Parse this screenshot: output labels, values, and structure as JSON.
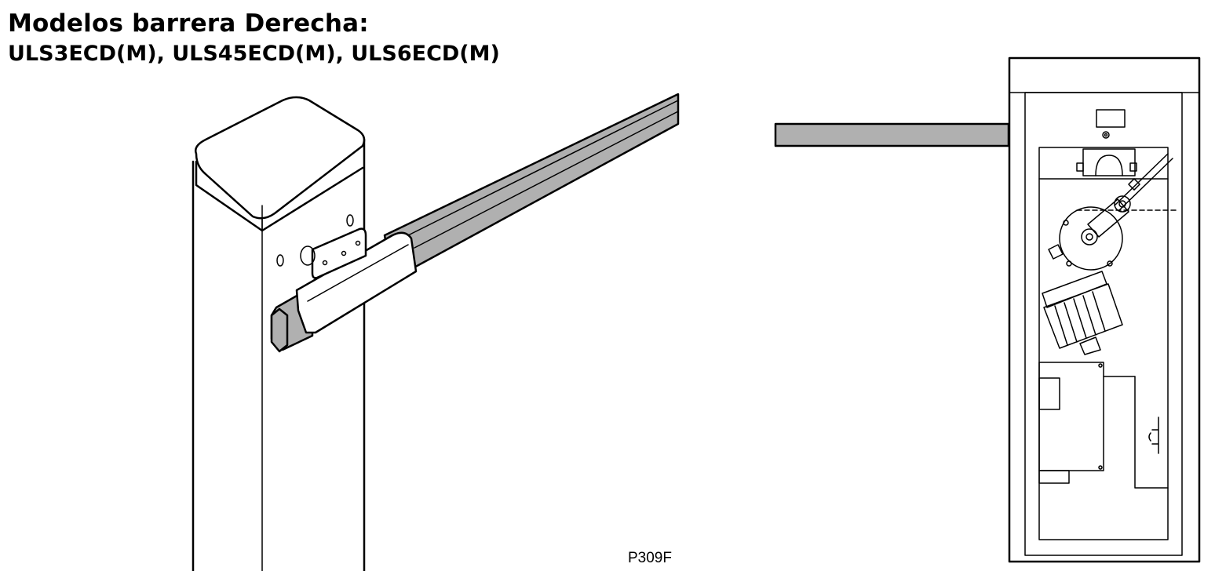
{
  "header": {
    "title": "Modelos barrera Derecha:",
    "models": "ULS3ECD(M), ULS45ECD(M), ULS6ECD(M)"
  },
  "figure": {
    "code": "P309F"
  },
  "colors": {
    "line": "#000000",
    "beam_fill": "#b0b0b0",
    "background": "#ffffff"
  }
}
